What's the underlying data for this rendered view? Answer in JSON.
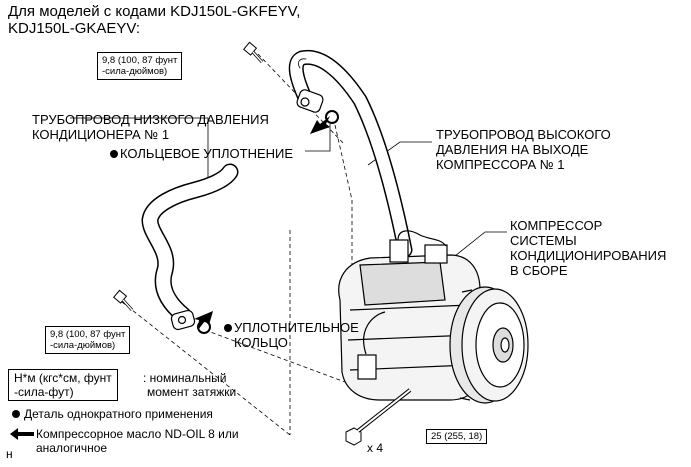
{
  "header": {
    "line1": "Для моделей с кодами KDJ150L-GKFEYV,",
    "line2": "KDJ150L-GKAEYV:"
  },
  "torque_boxes": {
    "top": [
      "9,8 (100, 87 фунт",
      "-сила-дюймов)"
    ],
    "left": [
      "9,8 (100, 87 фунт",
      "-сила-дюймов)"
    ],
    "bolt": "25 (255, 18)"
  },
  "callouts": {
    "low_pressure_pipe": [
      "ТРУБОПРОВОД НИЗКОГО ДАВЛЕНИЯ",
      "КОНДИЦИОНЕРА № 1"
    ],
    "o_ring": "КОЛЬЦЕВОЕ УПЛОТНЕНИЕ",
    "high_pressure_pipe": [
      "ТРУБОПРОВОД ВЫСОКОГО",
      "ДАВЛЕНИЯ НА ВЫХОДЕ",
      "КОМПРЕССОРА № 1"
    ],
    "compressor": [
      "КОМПРЕССОР",
      "СИСТЕМЫ",
      "КОНДИЦИОНИРОВАНИЯ",
      "В СБОРЕ"
    ],
    "seal_ring": [
      "УПЛОТНИТЕЛЬНОЕ",
      "КОЛЬЦО"
    ],
    "bolt_qty": "x 4"
  },
  "legend": {
    "torque_unit": [
      "Н*м (кгс*см, фунт",
      "-сила-фут)"
    ],
    "torque_desc": [
      ": номинальный",
      "момент затяжки"
    ],
    "single_use": "Деталь однократного применения",
    "oil": [
      "Компрессорное масло ND-OIL 8 или",
      "аналогичное"
    ],
    "corner_mark": "н"
  }
}
